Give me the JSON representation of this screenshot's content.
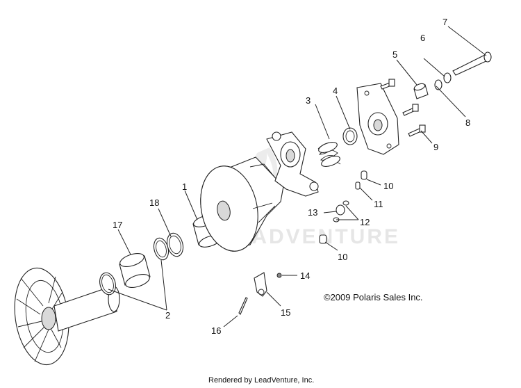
{
  "diagram": {
    "callouts": {
      "c1": "1",
      "c2": "2",
      "c3": "3",
      "c4": "4",
      "c5": "5",
      "c6": "6",
      "c7": "7",
      "c8": "8",
      "c9": "9",
      "c10a": "10",
      "c10b": "10",
      "c11": "11",
      "c12": "12",
      "c13": "13",
      "c14": "14",
      "c15": "15",
      "c16": "16",
      "c17": "17",
      "c18": "18"
    },
    "copyright": "©2009 Polaris Sales Inc.",
    "watermark": "LEADVENTURE",
    "footer": "Rendered by LeadVenture, Inc."
  }
}
